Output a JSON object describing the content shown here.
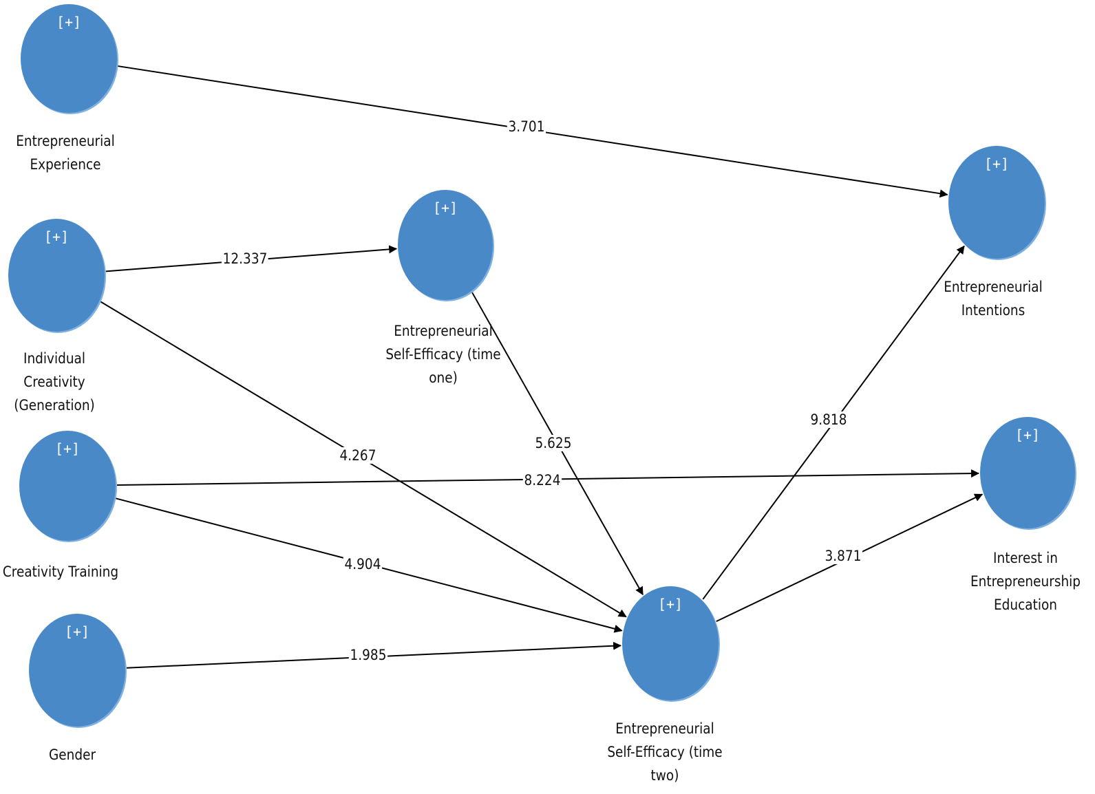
{
  "colors": {
    "node_fill": "#4a89c8",
    "edge": "#000000",
    "text": "#111111",
    "expander_text": "#ffffff"
  },
  "nodes": {
    "entrepreneurial_experience": {
      "label": "Entrepreneurial\nExperience",
      "expander": "[+]"
    },
    "individual_creativity": {
      "label": "Individual\nCreativity\n(Generation)",
      "expander": "[+]"
    },
    "creativity_training": {
      "label": "Creativity Training",
      "expander": "[+]"
    },
    "gender": {
      "label": "Gender",
      "expander": "[+]"
    },
    "ese_time_one": {
      "label": "Entrepreneurial\nSelf-Efficacy (time\none)",
      "expander": "[+]"
    },
    "ese_time_two": {
      "label": "Entrepreneurial\nSelf-Efficacy (time\ntwo)",
      "expander": "[+]"
    },
    "entrepreneurial_intentions": {
      "label": "Entrepreneurial\nIntentions",
      "expander": "[+]"
    },
    "interest_education": {
      "label": "Interest in\nEntrepreneurship\nEducation",
      "expander": "[+]"
    }
  },
  "edges": [
    {
      "from": "entrepreneurial_experience",
      "to": "entrepreneurial_intentions",
      "value": "3.701"
    },
    {
      "from": "individual_creativity",
      "to": "ese_time_one",
      "value": "12.337"
    },
    {
      "from": "individual_creativity",
      "to": "ese_time_two",
      "value": "4.267"
    },
    {
      "from": "ese_time_one",
      "to": "ese_time_two",
      "value": "5.625"
    },
    {
      "from": "creativity_training",
      "to": "interest_education",
      "value": "8.224"
    },
    {
      "from": "creativity_training",
      "to": "ese_time_two",
      "value": "4.904"
    },
    {
      "from": "gender",
      "to": "ese_time_two",
      "value": "1.985"
    },
    {
      "from": "ese_time_two",
      "to": "entrepreneurial_intentions",
      "value": "9.818"
    },
    {
      "from": "ese_time_two",
      "to": "interest_education",
      "value": "3.871"
    }
  ]
}
